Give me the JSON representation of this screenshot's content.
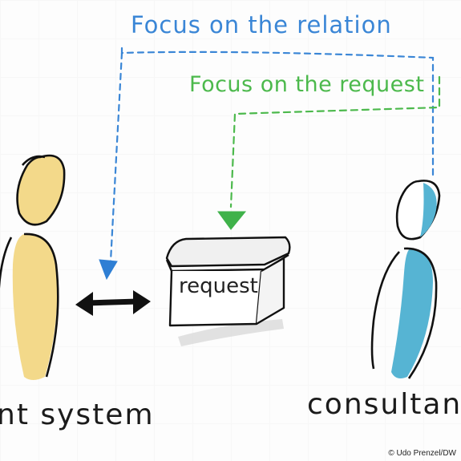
{
  "labels": {
    "focus_relation": "Focus on the relation",
    "focus_request": "Focus on the request",
    "box": "request",
    "client": "nt system",
    "consultant": "consultan",
    "credit": "© Udo Prenzel/DW"
  },
  "colors": {
    "relation": "#3a86d6",
    "request": "#4cb94c",
    "client_body": "#f3d98a",
    "consultant_body": "#56b4d3",
    "ink": "#111111"
  }
}
